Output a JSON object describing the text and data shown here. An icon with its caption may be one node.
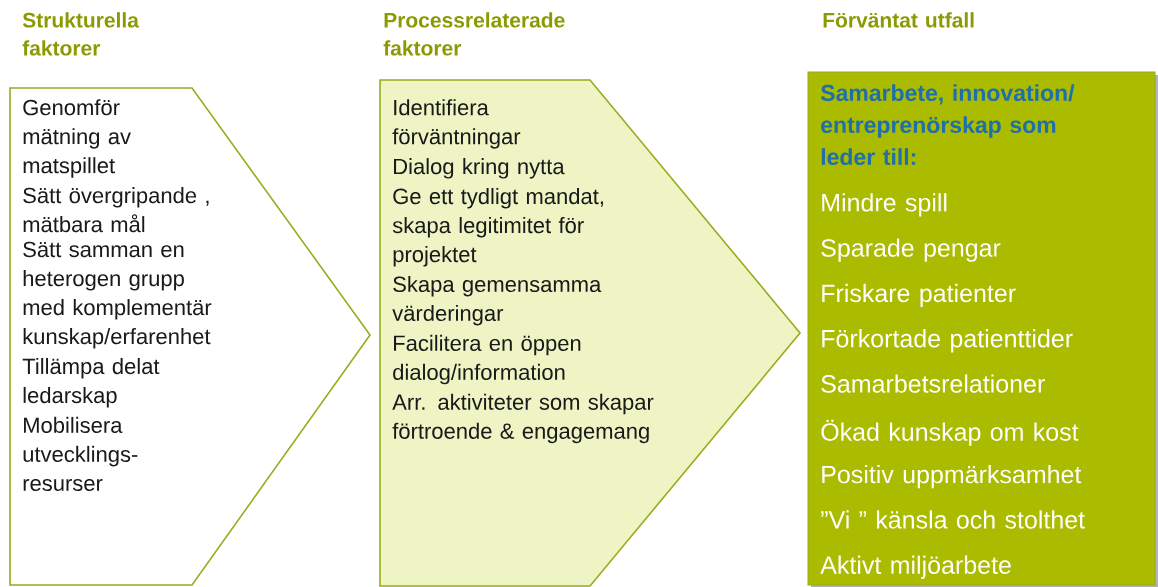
{
  "diagram": {
    "nodes": [
      {
        "text": [
          "Strukturella faktorer",
          "Genomför mätning av matspillet",
          "Sätt övergripande , mätbara mål",
          "Sätt samman en heterogen grupp med komplementär kunskap/erfarenhet",
          "Tillämpa delat ledarskap",
          "Mobilisera utvecklings-resurser"
        ]
      },
      {
        "text": [
          "Processrelaterade faktorer",
          "Identifiera förväntningar",
          "Dialog kring nytta",
          "Ge ett tydligt mandat, skapa legitimitet för projektet",
          "Skapa gemensamma värderingar",
          "Facilitera en öppen dialog/information",
          "Arr. aktiviteter som skapar förtroende & engagemang"
        ]
      },
      {
        "text": [
          "Förväntat utfall",
          "Samarbete, innovation/ entreprenörskap som leder till:",
          "Mindre spill",
          "Sparade pengar",
          "Friskare patienter",
          "Förkortade patienttider",
          "Samarbetsrelationer",
          "Ökad kunskap om kost",
          "Positiv uppmärksamhet",
          "”Vi ” känsla och stolthet",
          "Aktivt miljöarbete"
        ]
      }
    ]
  }
}
